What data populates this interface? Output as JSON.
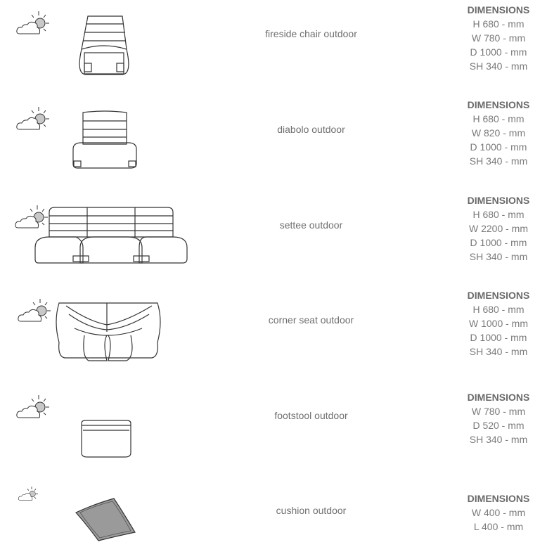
{
  "products": [
    {
      "name": "fireside chair outdoor",
      "dims_title": "DIMENSIONS",
      "dims": [
        "H 680 - mm",
        "W 780 - mm",
        "D 1000 - mm",
        "SH 340 - mm"
      ]
    },
    {
      "name": "diabolo outdoor",
      "dims_title": "DIMENSIONS",
      "dims": [
        "H 680 - mm",
        "W 820 - mm",
        "D 1000 - mm",
        "SH 340 - mm"
      ]
    },
    {
      "name": "settee outdoor",
      "dims_title": "DIMENSIONS",
      "dims": [
        "H 680 - mm",
        "W 2200 - mm",
        "D 1000 - mm",
        "SH 340 - mm"
      ]
    },
    {
      "name": "corner seat outdoor",
      "dims_title": "DIMENSIONS",
      "dims": [
        "H 680 - mm",
        "W 1000 - mm",
        "D 1000 - mm",
        "SH 340 - mm"
      ]
    },
    {
      "name": "footstool outdoor",
      "dims_title": "DIMENSIONS",
      "dims": [
        "W 780 - mm",
        "D 520 - mm",
        "SH 340 - mm"
      ]
    },
    {
      "name": "cushion outdoor",
      "dims_title": "DIMENSIONS",
      "dims": [
        "W 400 - mm",
        "L 400 - mm"
      ]
    }
  ],
  "icons": {
    "weather": "outdoor-weather-icon"
  }
}
